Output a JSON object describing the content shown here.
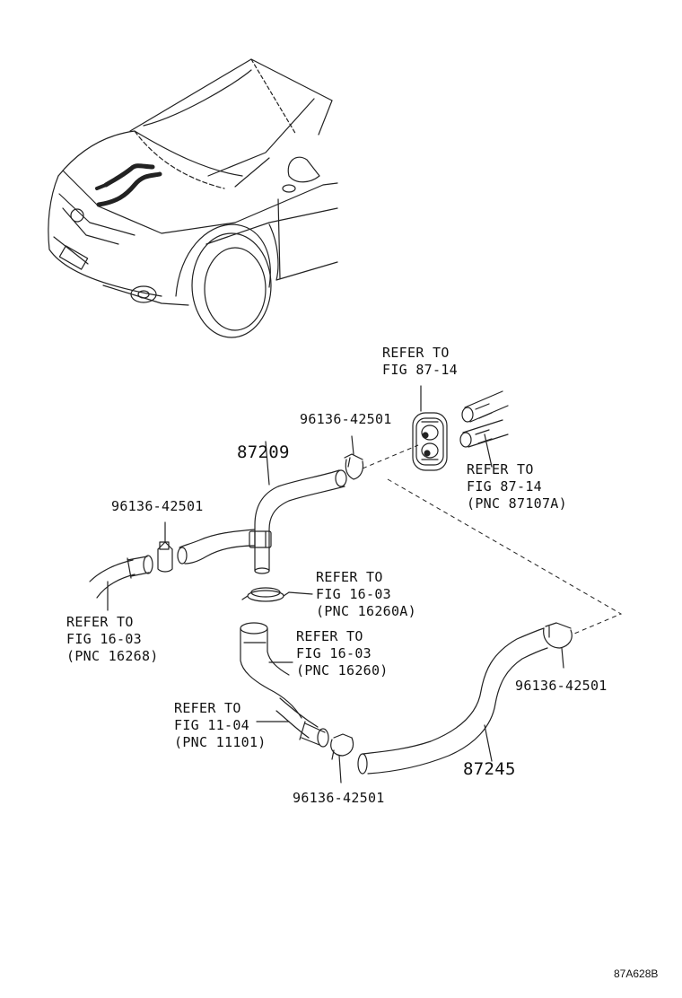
{
  "diagram": {
    "refs": [
      {
        "id": "ref_87_14_top",
        "line1": "REFER TO",
        "line2": "FIG 87-14",
        "line3": ""
      },
      {
        "id": "ref_87_14_right",
        "line1": "REFER TO",
        "line2": "FIG 87-14",
        "line3": "(PNC 87107A)"
      },
      {
        "id": "ref_16_03_a",
        "line1": "REFER TO",
        "line2": "FIG 16-03",
        "line3": "(PNC 16260A)"
      },
      {
        "id": "ref_16_03_left",
        "line1": "REFER TO",
        "line2": "FIG 16-03",
        "line3": "(PNC 16268)"
      },
      {
        "id": "ref_16_03_b",
        "line1": "REFER TO",
        "line2": "FIG 16-03",
        "line3": "(PNC 16260)"
      },
      {
        "id": "ref_11_04",
        "line1": "REFER TO",
        "line2": "FIG 11-04",
        "line3": "(PNC 11101)"
      }
    ],
    "parts": [
      {
        "id": "hose_top",
        "number": "87209"
      },
      {
        "id": "hose_bottom",
        "number": "87245"
      }
    ],
    "clamps": [
      {
        "id": "clamp_top",
        "number": "96136-42501"
      },
      {
        "id": "clamp_left",
        "number": "96136-42501"
      },
      {
        "id": "clamp_right",
        "number": "96136-42501"
      },
      {
        "id": "clamp_bottom",
        "number": "96136-42501"
      }
    ],
    "figure_code": "87A628B"
  }
}
